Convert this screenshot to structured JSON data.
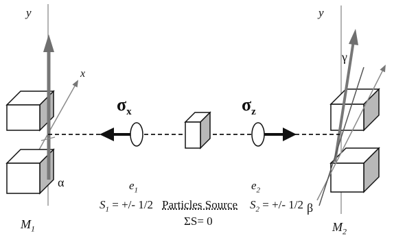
{
  "figure": {
    "left_device": {
      "axis_y": "y",
      "axis_x": "x",
      "angle": "α",
      "magnet_label_main": "M",
      "magnet_label_sub": "1"
    },
    "right_device": {
      "axis_y": "y",
      "angle_gamma": "γ",
      "angle_beta": "β",
      "magnet_label_main": "M",
      "magnet_label_sub": "2"
    },
    "left_particle": {
      "sigma_main": "σ",
      "sigma_sub": "x",
      "name_main": "e",
      "name_sub": "1",
      "spin_main": "S",
      "spin_sub": "1",
      "spin_value": "= +/- 1/2"
    },
    "right_particle": {
      "sigma_main": "σ",
      "sigma_sub": "z",
      "name_main": "e",
      "name_sub": "2",
      "spin_main": "S",
      "spin_sub": "2",
      "spin_value": "= +/- 1/2"
    },
    "source": {
      "title": "Particles Source",
      "total_spin": "ΣS= 0"
    }
  },
  "colors": {
    "ink": "#111111",
    "box_side": "#b5b5b5",
    "box_face": "#ffffff",
    "axis_gray": "#8a8a8a"
  }
}
